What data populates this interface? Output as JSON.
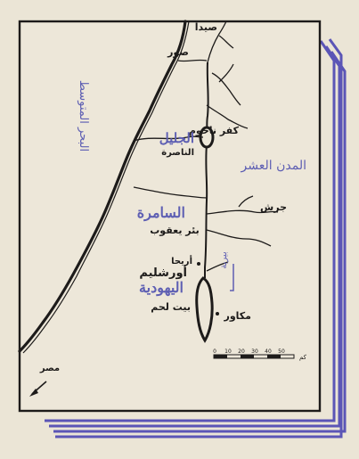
{
  "map": {
    "labels": {
      "sidon": "صيدا",
      "tyre": "صور",
      "mediterranean": "البحر المتوسط",
      "kafr_nahum": "كفر ناحوم",
      "galilee": "الجليل",
      "nazareth": "الناصرة",
      "decapolis": "المدن العشر",
      "jerash": "جرش",
      "samaria": "السامرة",
      "jacobs_well": "بئر يعقوب",
      "jericho": "أريحا",
      "jerusalem": "أورشليم",
      "judea": "اليهودية",
      "bethlehem": "بيت لحم",
      "perea": "بيرية",
      "machaerus": "مكاور",
      "egypt": "مصر"
    },
    "scale": {
      "ticks": [
        "0",
        "10",
        "20",
        "30",
        "40",
        "50"
      ],
      "unit": "كم"
    },
    "colors": {
      "ink": "#1d1b1a",
      "blue_label": "#5e5fb3",
      "paper": "#ebe5d6",
      "frame": "#5b55b6"
    }
  }
}
